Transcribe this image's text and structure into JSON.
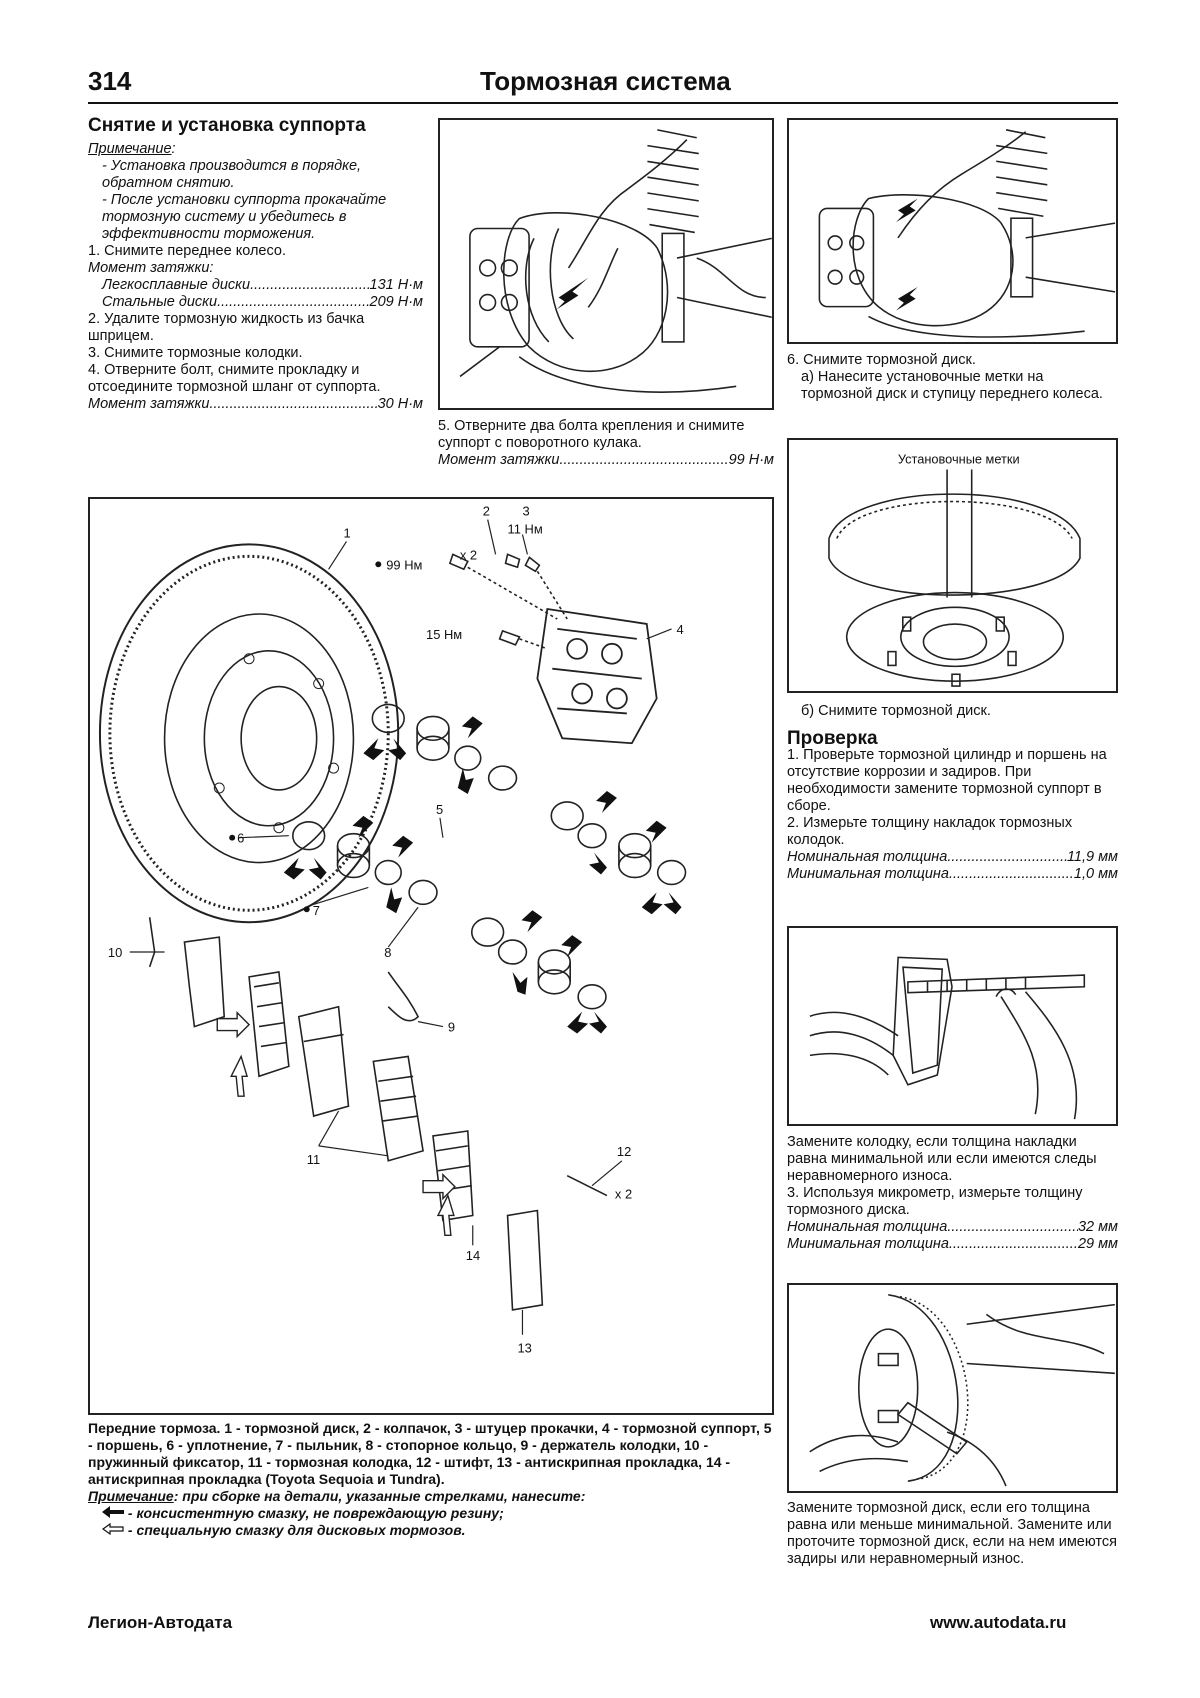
{
  "header": {
    "page_number": "314",
    "title": "Тормозная система"
  },
  "left_col": {
    "title": "Снятие и установка суппорта",
    "note_label": "Примечание",
    "note_colon": ":",
    "note_1": "- Установка производится в порядке, обратном снятию.",
    "note_2": "- После установки суппорта прокачайте тормозную систему и убедитесь в эффективности торможения.",
    "step_1": "1. Снимите переднее колесо.",
    "torque_label": "Момент затяжки:",
    "torque_alloy_label": "Легкосплавные диски",
    "torque_alloy_value": "131 Н·м",
    "torque_steel_label": "Стальные диски",
    "torque_steel_value": "209 Н·м",
    "step_2": "2. Удалите тормозную жидкость из бачка шприцем.",
    "step_3": "3. Снимите тормозные колодки.",
    "step_4": "4. Отверните болт, снимите прокладку и отсоедините тормозной шланг от суппорта.",
    "torque2_label": "Момент затяжки",
    "torque2_value": "30 Н·м"
  },
  "mid_col": {
    "step_5": "5. Отверните два болта крепления и снимите суппорт с поворотного кулака.",
    "torque_label": "Момент затяжки",
    "torque_value": "99 Н·м"
  },
  "right_col": {
    "step_6": "6. Снимите тормозной диск.",
    "step_6a": "а) Нанесите установочные метки на тормозной диск и ступицу переднего колеса.",
    "marks_label": "Установочные метки",
    "step_6b": "б) Снимите тормозной диск.",
    "check_title": "Проверка",
    "check_1": "1. Проверьте тормозной цилиндр и поршень на отсутствие коррозии и задиров. При необходимости замените тормозной суппорт в сборе.",
    "check_2": "2. Измерьте толщину накладок тормозных колодок.",
    "pad_nominal_label": "Номинальная толщина",
    "pad_nominal_value": "11,9 мм",
    "pad_min_label": "Минимальная толщина",
    "pad_min_value": "1,0 мм",
    "pad_replace": "Замените колодку, если толщина накладки равна минимальной или если имеются следы неравномерного износа.",
    "check_3": "3. Используя микрометр, измерьте толщину тормозного диска.",
    "disc_nominal_label": "Номинальная толщина",
    "disc_nominal_value": "32 мм",
    "disc_min_label": "Минимальная толщина",
    "disc_min_value": "29 мм",
    "disc_replace": "Замените тормозной диск, если его толщина равна или меньше минимальной. Замените или проточите тормозной диск, если на нем имеются задиры или неравномерный износ."
  },
  "diagram": {
    "labels": [
      "1",
      "2",
      "3",
      "4",
      "5",
      "6",
      "7",
      "8",
      "9",
      "10",
      "11",
      "12",
      "13",
      "14"
    ],
    "torque_99": "99 Нм",
    "torque_11": "11 Нм",
    "torque_15": "15 Нм",
    "x2_a": "x 2",
    "x2_b": "x 2",
    "caption": "Передние тормоза. 1 - тормозной диск, 2 - колпачок, 3 - штуцер прокачки, 4 - тормозной суппорт, 5 - поршень, 6 - уплотнение, 7 - пыльник, 8 - стопорное кольцо, 9 - держатель колодки, 10 - пружинный фиксатор, 11 - тормозная колодка, 12 - штифт, 13 - антискрипная прокладка, 14 - антискрипная прокладка (Toyota Sequoia и Tundra).",
    "note_label": "Примечание",
    "note_text": ": при сборке на детали, указанные стрелками, нанесите:",
    "legend_1": "- консистентную смазку, не повреждающую резину;",
    "legend_2": "- специальную смазку для дисковых тормозов."
  },
  "footer": {
    "left": "Легион-Автодата",
    "right": "www.autodata.ru"
  }
}
